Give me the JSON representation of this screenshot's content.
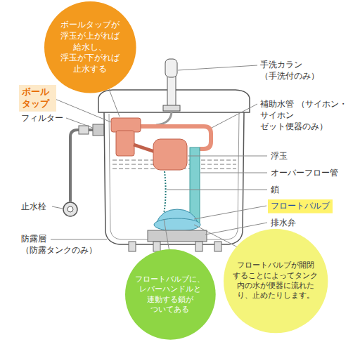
{
  "diagram": {
    "nodes": [
      {
        "text": [
          "ボールタップが 浮玉が上がれば 給水し、 浮玉が下がれば 止水する"
        ]
      },
      {
        "text": [
          "ボール タップ"
        ]
      },
      {
        "text": [
          "フロートバルブ"
        ]
      },
      {
        "text": [
          "フロートバルブが開閉 することによってタンク 内の水が便器に流れた り、止めたりします。"
        ]
      },
      {
        "text": [
          "フロートバルブに、 レバーハンドルと 連動する鎖が ついてある"
        ]
      }
    ],
    "labels": [
      "手洗カラン （手洗付のみ）",
      "フィルター",
      "補助水管 （サイホン・サイホン ゼット便器のみ）",
      "浮玉",
      "オーバーフロー管",
      "止水栓",
      "鎖",
      "排水弁",
      "防露層 （防露タンクのみ）"
    ]
  }
}
